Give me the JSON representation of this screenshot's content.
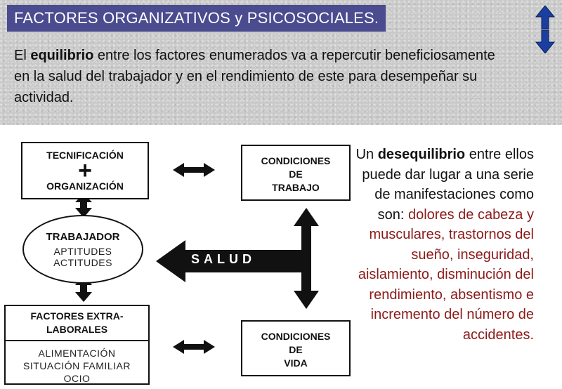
{
  "header": {
    "title": "FACTORES ORGANIZATIVOS y PSICOSOCIALES.",
    "intro_prefix": "El ",
    "intro_bold": "equilibrio",
    "intro_rest": " entre los factores enumerados va a repercutir beneficiosamente en la salud del trabajador y en el rendimiento de este para desempeñar su actividad."
  },
  "nav": {
    "up_icon": "arrow-up-icon",
    "down_icon": "arrow-down-icon",
    "color": "#1a3fa0"
  },
  "diagram": {
    "tech_top": "TECNIFICACIÓN",
    "plus": "+",
    "tech_bottom": "ORGANIZACIÓN",
    "cond_work_1": "CONDICIONES",
    "cond_work_2": "DE",
    "cond_work_3": "TRABAJO",
    "worker_title": "TRABAJADOR",
    "worker_line1": "APTITUDES",
    "worker_line2": "ACTITUDES",
    "health": "SALUD",
    "extra_title_1": "FACTORES EXTRA-",
    "extra_title_2": "LABORALES",
    "extra_line1": "ALIMENTACIÓN",
    "extra_line2": "SITUACIÓN FAMILIAR",
    "extra_line3": "OCIO",
    "cond_life_1": "CONDICIONES",
    "cond_life_2": "DE",
    "cond_life_3": "VIDA"
  },
  "side_text": {
    "prefix": "Un ",
    "bold": "desequilibrio",
    "middle": " entre ellos puede dar lugar a una serie de manifestaciones como son: ",
    "red": "dolores de cabeza y musculares, trastornos del sueño, inseguridad, aislamiento, disminución del rendimiento, absentismo e incremento del número de accidentes."
  },
  "colors": {
    "title_bg": "#4b4b8f",
    "red_text": "#8b1a1a"
  }
}
